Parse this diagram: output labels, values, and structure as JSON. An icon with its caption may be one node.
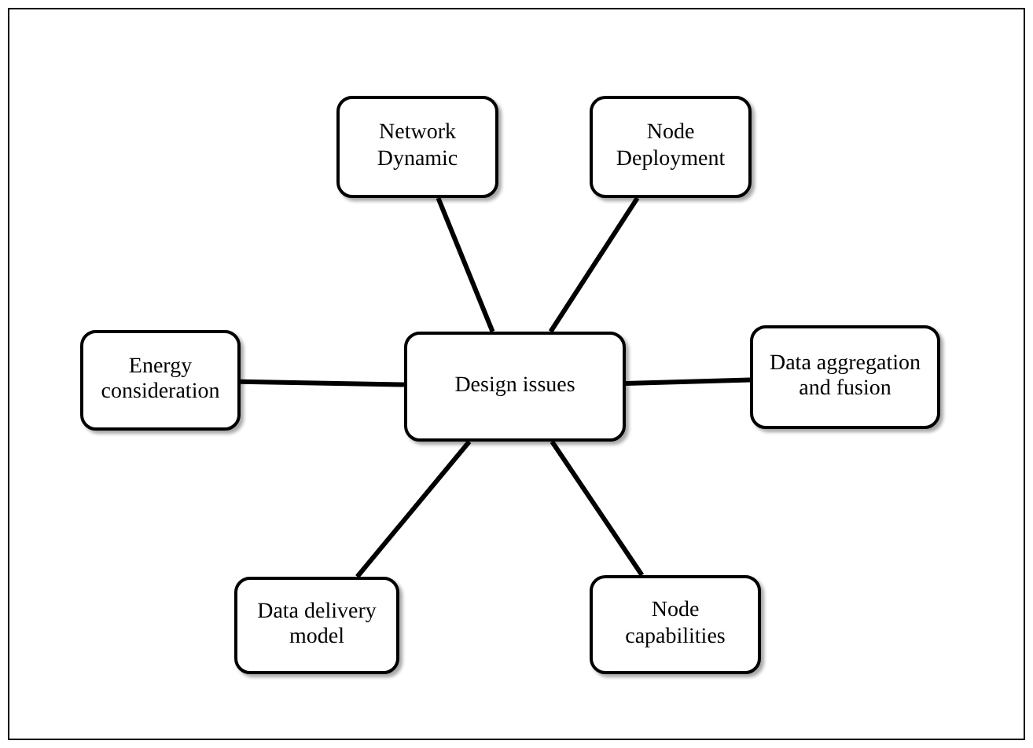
{
  "diagram": {
    "nodes": [
      {
        "text": [
          "Network Dynamic"
        ]
      },
      {
        "text": [
          "Node Deployment"
        ]
      },
      {
        "text": [
          "Energy consideration"
        ]
      },
      {
        "text": [
          "Design issues"
        ]
      },
      {
        "text": [
          "Data aggregation and fusion"
        ]
      },
      {
        "text": [
          "Data delivery model"
        ]
      },
      {
        "text": [
          "Node capabilities"
        ]
      }
    ],
    "edges": [
      {
        "from": 3,
        "to": 0,
        "arrow": "none"
      },
      {
        "from": 3,
        "to": 1,
        "arrow": "none"
      },
      {
        "from": 3,
        "to": 2,
        "arrow": "none"
      },
      {
        "from": 3,
        "to": 4,
        "arrow": "none"
      },
      {
        "from": 3,
        "to": 5,
        "arrow": "none"
      },
      {
        "from": 3,
        "to": 6,
        "arrow": "none"
      }
    ]
  }
}
